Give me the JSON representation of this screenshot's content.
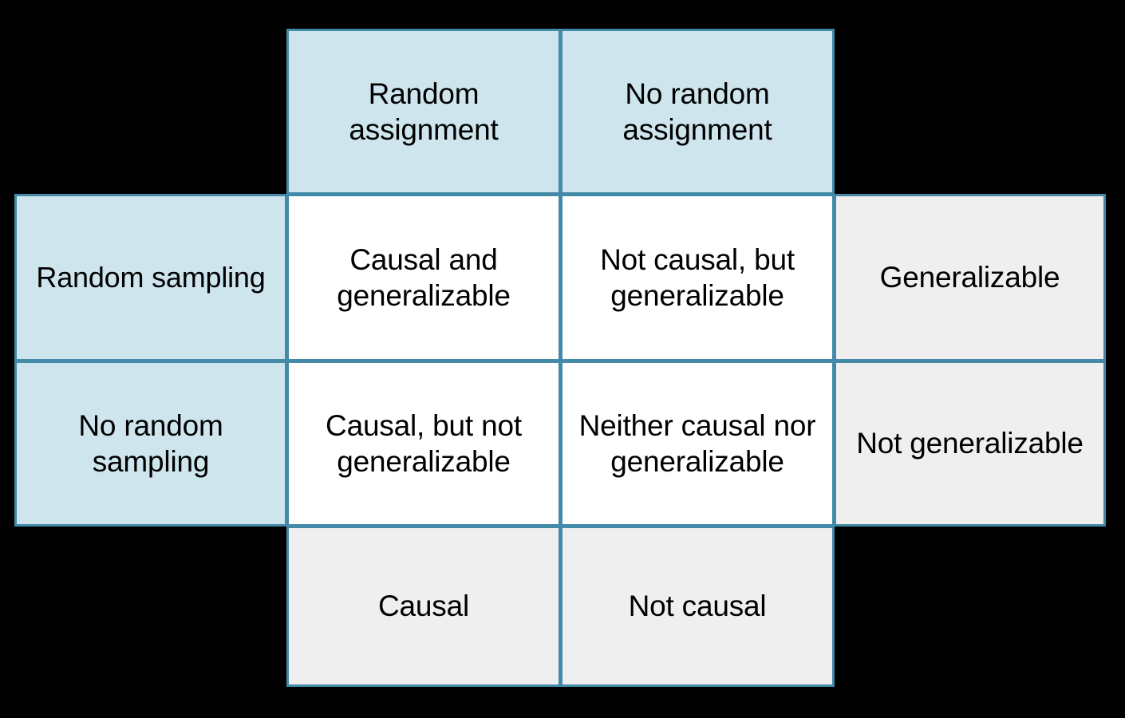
{
  "figure": {
    "type": "2x2-contingency-matrix",
    "background_color": "#000000",
    "border_color": "#4389a8",
    "header_fill": "#cee5ee",
    "row_label_fill": "#cee5ee",
    "body_fill": "#ffffff",
    "summary_fill": "#efefef",
    "text_color": "#000000"
  },
  "column_headers": [
    {
      "label": "Random\nassignment"
    },
    {
      "label": "No random\nassignment"
    }
  ],
  "row_headers": [
    {
      "label": "Random sampling"
    },
    {
      "label": "No random\nsampling"
    }
  ],
  "body": [
    [
      {
        "label": "Causal and\ngeneralizable"
      },
      {
        "label": "Not causal, but\ngeneralizable"
      }
    ],
    [
      {
        "label": "Causal, but not\ngeneralizable"
      },
      {
        "label": "Neither causal nor\ngeneralizable"
      }
    ]
  ],
  "row_summaries": [
    {
      "label": "Generalizable"
    },
    {
      "label": "Not generalizable"
    }
  ],
  "column_summaries": [
    {
      "label": "Causal"
    },
    {
      "label": "Not causal"
    }
  ]
}
